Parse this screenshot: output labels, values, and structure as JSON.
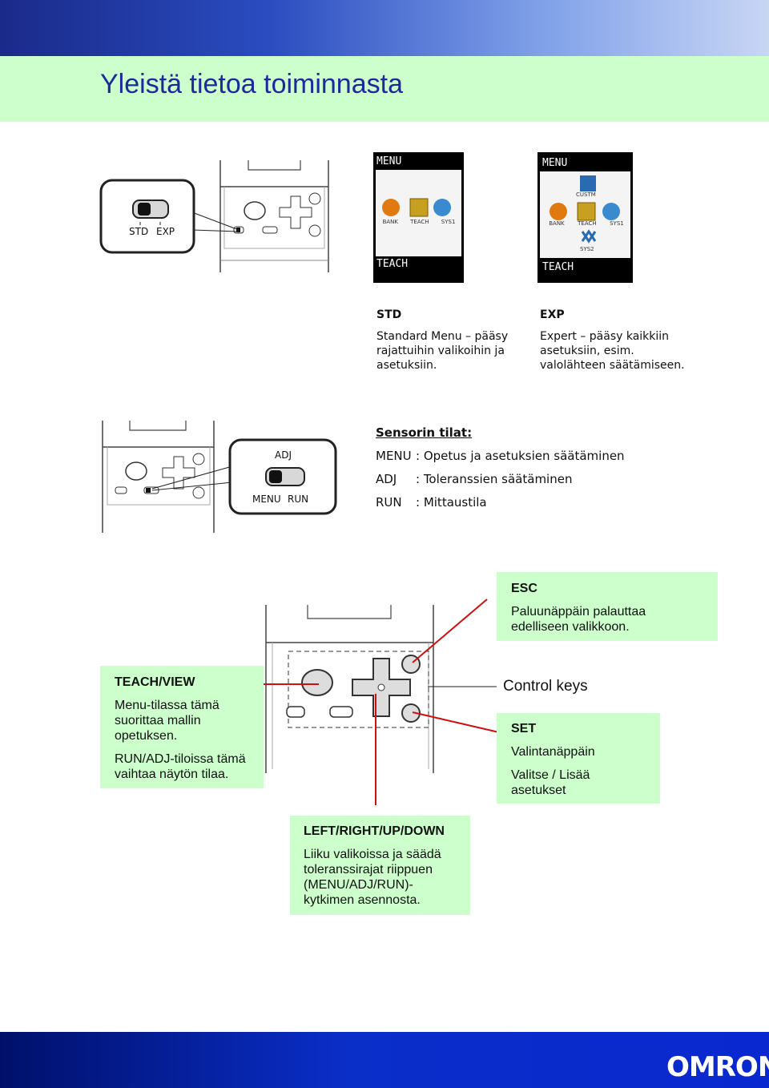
{
  "page": {
    "title": "Yleistä tietoa toiminnasta"
  },
  "std_exp_switch": {
    "std_label": "STD",
    "exp_label": "EXP"
  },
  "lcd_std": {
    "top": "MENU",
    "bottom": "TEACH",
    "icons": [
      "BANK",
      "TEACH",
      "SYS1"
    ]
  },
  "lcd_exp": {
    "top": "MENU",
    "bottom": "TEACH",
    "icons": [
      "CUSTM",
      "BANK",
      "TEACH",
      "SYS1",
      "SYS2"
    ]
  },
  "std_text": {
    "title": "STD",
    "lines": [
      "Standard Menu – pääsy",
      "rajattuihin valikoihin ja",
      "asetuksiin."
    ]
  },
  "exp_text": {
    "title": "EXP",
    "lines": [
      "Expert – pääsy kaikkiin",
      "asetuksiin, esim.",
      "valolähteen säätämiseen."
    ]
  },
  "mode_switch": {
    "adj": "ADJ",
    "menu": "MENU",
    "run": "RUN"
  },
  "sensor_states": {
    "title": "Sensorin tilat:",
    "rows": [
      {
        "key": "MENU",
        "desc": ": Opetus ja asetuksien säätäminen"
      },
      {
        "key": "ADJ",
        "desc": ": Toleranssien säätäminen"
      },
      {
        "key": "RUN",
        "desc": ": Mittaustila"
      }
    ]
  },
  "esc_box": {
    "title": "ESC",
    "lines": [
      "Paluunäppäin palauttaa",
      "edelliseen valikkoon."
    ]
  },
  "teach_box": {
    "title": "TEACH/VIEW",
    "para1": [
      "Menu-tilassa tämä",
      "suorittaa mallin",
      "opetuksen."
    ],
    "para2": [
      "RUN/ADJ-tiloissa tämä",
      "vaihtaa näytön tilaa."
    ]
  },
  "control_keys_label": "Control keys",
  "set_box": {
    "title": "SET",
    "line1": "Valintanäppäin",
    "para2": [
      "Valitse / Lisää",
      "asetukset"
    ]
  },
  "arrows_box": {
    "title": "LEFT/RIGHT/UP/DOWN",
    "lines": [
      "Liiku valikoissa ja säädä",
      "toleranssirajat riippuen",
      "(MENU/ADJ/RUN)-",
      "kytkimen asennosta."
    ]
  },
  "brand": {
    "logo": "OMRON"
  },
  "colors": {
    "title": "#1d2a9c",
    "band_green": "#ccffcc",
    "callout_line": "#d01010"
  }
}
